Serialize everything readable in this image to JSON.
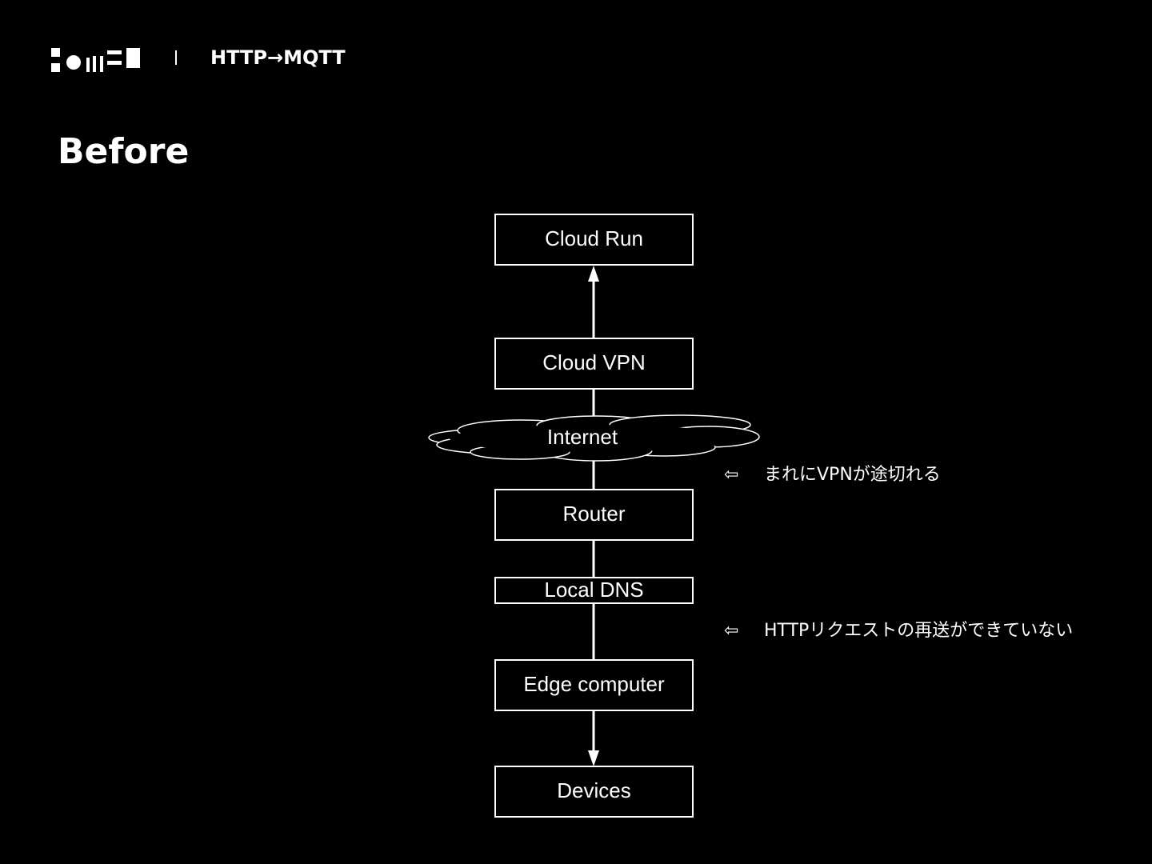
{
  "header": {
    "logo_icon": "brand-logo-icon",
    "title": "HTTP→MQTT"
  },
  "page": {
    "title": "Before"
  },
  "diagram": {
    "nodes": {
      "cloud_run": "Cloud Run",
      "cloud_vpn": "Cloud VPN",
      "internet": "Internet",
      "router": "Router",
      "local_dns": "Local DNS",
      "edge_computer": "Edge computer",
      "devices": "Devices"
    },
    "notes": [
      {
        "arrow": "⇦",
        "text": "まれにVPNが途切れる"
      },
      {
        "arrow": "⇦",
        "text": "HTTPリクエストの再送ができていない"
      }
    ]
  },
  "colors": {
    "background": "#000000",
    "foreground": "#ffffff"
  }
}
